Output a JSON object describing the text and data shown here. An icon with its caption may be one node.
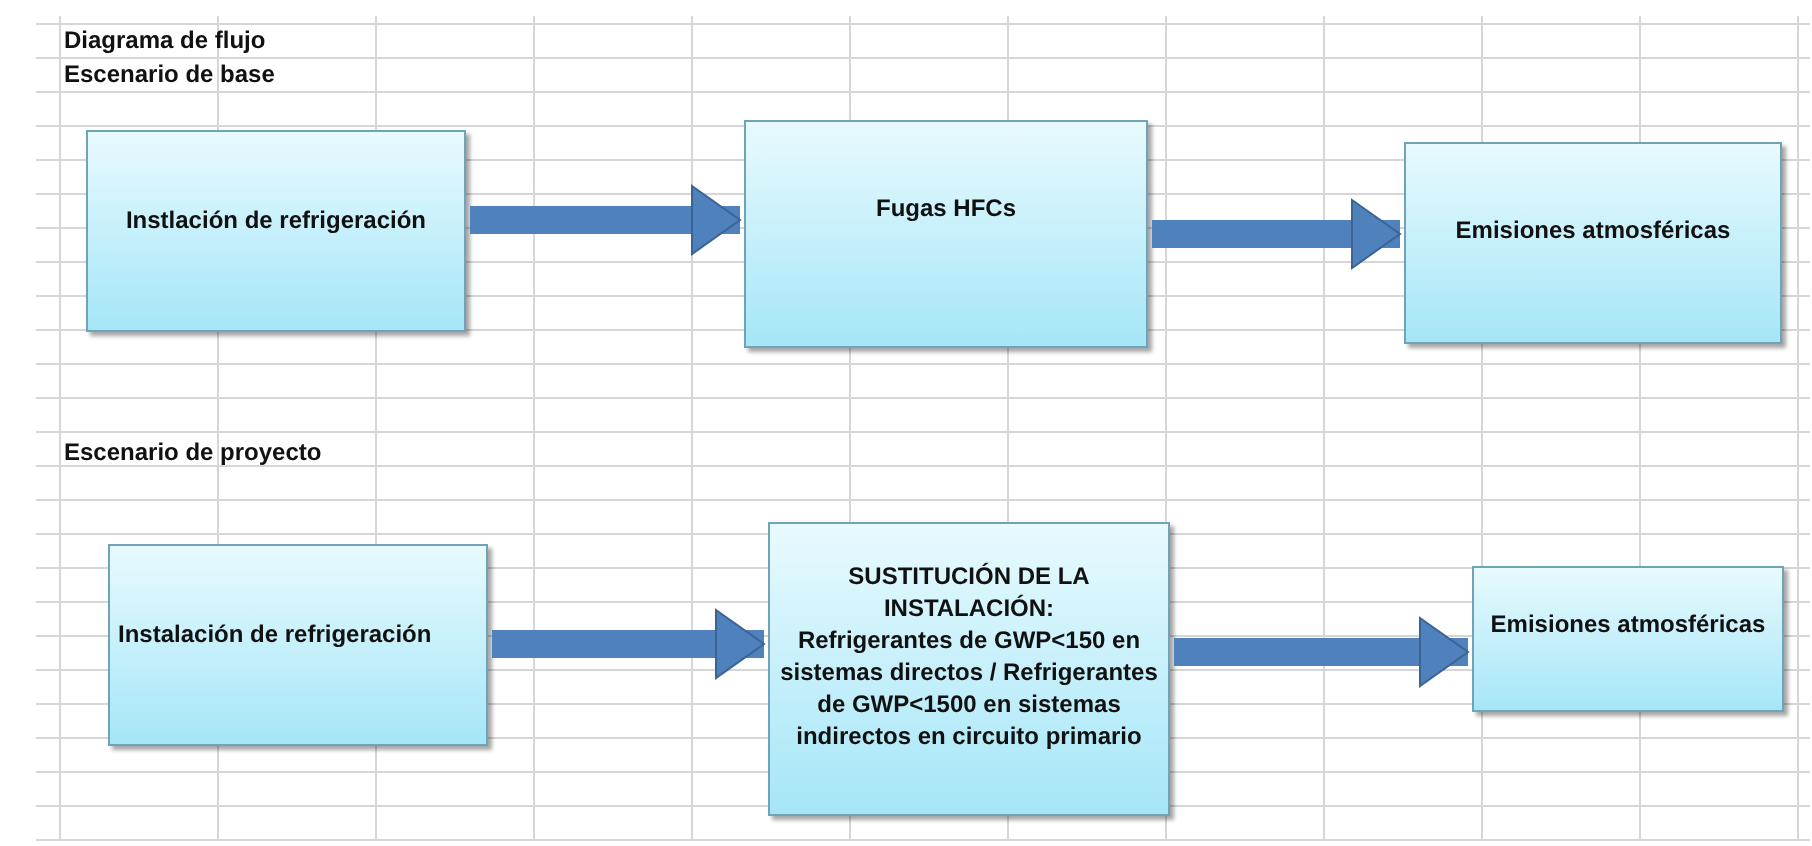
{
  "diagram": {
    "title": "Diagrama de flujo",
    "nodes": [
      {
        "text": [
          "Instlación de refrigeración"
        ]
      },
      {
        "text": [
          "Fugas HFCs"
        ]
      },
      {
        "text": [
          "Emisiones atmosféricas"
        ]
      },
      {
        "text": [
          "Instalación de refrigeración"
        ]
      },
      {
        "text": [
          "SUSTITUCIÓN DE LA INSTALACIÓN:",
          "Refrigerantes de GWP<150 en sistemas directos / Refrigerantes de GWP<1500 en sistemas indirectos en circuito primario"
        ]
      },
      {
        "text": [
          "Emisiones atmosféricas"
        ]
      }
    ],
    "edges": [
      {
        "from": 0,
        "to": 1,
        "arrow": "to"
      },
      {
        "from": 1,
        "to": 2,
        "arrow": "to"
      },
      {
        "from": 3,
        "to": 4,
        "arrow": "to"
      },
      {
        "from": 4,
        "to": 5,
        "arrow": "to"
      }
    ],
    "labels": [
      "Escenario de base",
      "Escenario de proyecto"
    ]
  }
}
